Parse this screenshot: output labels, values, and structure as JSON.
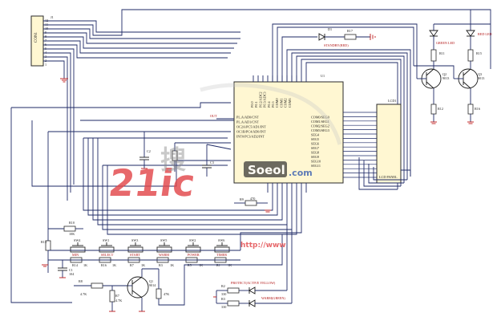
{
  "connectors": {
    "left_header": {
      "name": "J1",
      "pins": [
        "12",
        "11",
        "10",
        "9",
        "8",
        "7",
        "6",
        "5",
        "4",
        "3",
        "2",
        "1"
      ],
      "body_label": "CON1"
    },
    "lcd": {
      "name": "LCD1",
      "body_label": "LCD PANEL"
    }
  },
  "mcu": {
    "ref": "U1",
    "left_pins": [
      "PL.A/AD0/CNT",
      "PL.A/AD1/CNT",
      "OC2A/PC5/AD1/INT",
      "OC1B/PC4/AD0/INT",
      "INT0/PC3/AD2/INT"
    ],
    "top_pins": [
      "P0.0",
      "P0.1",
      "P0.2/ADC2",
      "P0.3/ADC3",
      "P0.4",
      "P0.5",
      "COM0",
      "COM1",
      "COM2",
      "COM3"
    ],
    "right_pins": [
      "COM0/SEG0",
      "COM1/SEG1",
      "COM2/SEG2",
      "COM3/SEG3",
      "SEG4",
      "SEG5",
      "SEG6",
      "SEG7",
      "SEG8",
      "SEG9",
      "SEG10",
      "SEG11"
    ],
    "out_label": "OUT"
  },
  "leds": {
    "d1": {
      "ref": "D1",
      "label": "STANDBY(RED)",
      "resistor": "R17"
    },
    "green": {
      "label": "GREEN LED"
    },
    "red": {
      "label": "RED LED"
    },
    "protect": {
      "label": "PROTECT(ACTIVE YELLOW)"
    },
    "warm": {
      "label": "WARM(GREEN)"
    }
  },
  "transistors": {
    "q2": {
      "ref": "Q2",
      "type": "9013"
    },
    "q3": {
      "ref": "Q3",
      "type": "9013"
    },
    "q1": {
      "ref": "Q1",
      "type": "9014"
    }
  },
  "resistors": {
    "r10": "R10",
    "r10_val": "10K",
    "r11": "R11",
    "r12": "R12",
    "r13": "R13",
    "r13_val": "10K",
    "r14": "R14",
    "r14_val": "10K",
    "r15": "R15",
    "r15_val": "10K",
    "r16": "R16",
    "r_5": "R5",
    "r5_val": "10K",
    "r_4": "R4",
    "r4_val": "10K",
    "r_8": "R8",
    "r8_val": "4.7K",
    "r_7": "R7",
    "r7_val": "4.7K",
    "r_6": "R6",
    "r6_val": "47K",
    "r_2": "R2",
    "r2_val": "330",
    "r_3": "R3",
    "r3_val": "330",
    "r_9": "R9",
    "r9_val": "470"
  },
  "switches": {
    "items": [
      {
        "ref": "SW4",
        "label": "MIN"
      },
      {
        "ref": "SW1",
        "label": "SELECT"
      },
      {
        "ref": "SW3",
        "label": "START"
      },
      {
        "ref": "SW5",
        "label": "WARM"
      },
      {
        "ref": "SW2",
        "label": "POWER"
      },
      {
        "ref": "SW6",
        "label": "TIMER"
      }
    ],
    "res_labels": [
      "R14",
      "R16",
      "R7",
      "R3",
      "R5",
      "R1"
    ],
    "res_vals": [
      "1K",
      "1K",
      "1K",
      "1K",
      "1K",
      "1K"
    ]
  },
  "caps": {
    "c1": "C1",
    "c1_val": "104",
    "c2": "C2",
    "c3": "C3"
  },
  "watermark": {
    "chars": "搜",
    "brand": "21ic",
    "site": "Soeol",
    "site2": ".com",
    "url": "http://www"
  },
  "colors": {
    "wire": "#1e2a66",
    "box": "#fff7d2",
    "ground": "#c01818",
    "watermark": "#e2484b"
  }
}
